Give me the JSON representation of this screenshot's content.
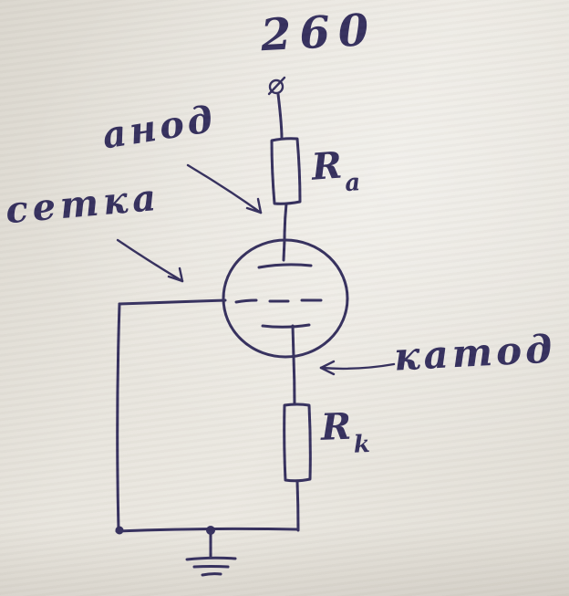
{
  "theme": {
    "ink": "#332d5c",
    "paper": "#ebe8e1"
  },
  "diagram": {
    "type": "hand-drawn vacuum tube (triode) amplifier circuit sketch",
    "supply_voltage": "260",
    "labels": {
      "anode": "анод",
      "grid": "сетка",
      "cathode": "катод"
    },
    "resistors": {
      "anode": {
        "symbol": "R",
        "sub": "a"
      },
      "cathode": {
        "symbol": "R",
        "sub": "k"
      }
    },
    "elements": [
      "supply-terminal",
      "anode-resistor",
      "triode-tube",
      "grid-wire",
      "cathode-resistor",
      "ground-symbol"
    ]
  }
}
